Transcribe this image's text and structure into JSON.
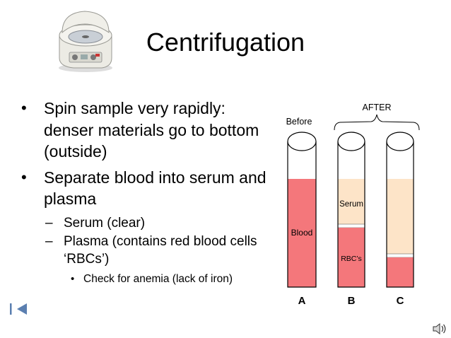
{
  "slide": {
    "title": "Centrifugation",
    "bullets": [
      {
        "level": 1,
        "text": "Spin sample very rapidly: denser materials go to bottom (outside)"
      },
      {
        "level": 1,
        "text": "Separate blood into serum and plasma"
      },
      {
        "level": 2,
        "text": "Serum (clear)"
      },
      {
        "level": 2,
        "text": "Plasma (contains red blood cells ‘RBCs’)"
      },
      {
        "level": 3,
        "text": "Check for anemia (lack of iron)"
      }
    ],
    "bullet_marks": {
      "level1": "•",
      "level2": "–",
      "level3": "•"
    }
  },
  "diagram": {
    "before_label": "Before",
    "after_label": "AFTER",
    "tubes": [
      {
        "letter": "A",
        "layers": [
          "Blood"
        ]
      },
      {
        "letter": "B",
        "layers": [
          "Serum",
          "RBC’s"
        ]
      },
      {
        "letter": "C",
        "layers": []
      }
    ],
    "colors": {
      "blood": "#f4777b",
      "serum": "#fde4c8",
      "outline": "#000000"
    }
  },
  "icons": {
    "centrifuge": "centrifuge-icon",
    "nav": "first-slide-icon",
    "audio": "speaker-icon"
  }
}
